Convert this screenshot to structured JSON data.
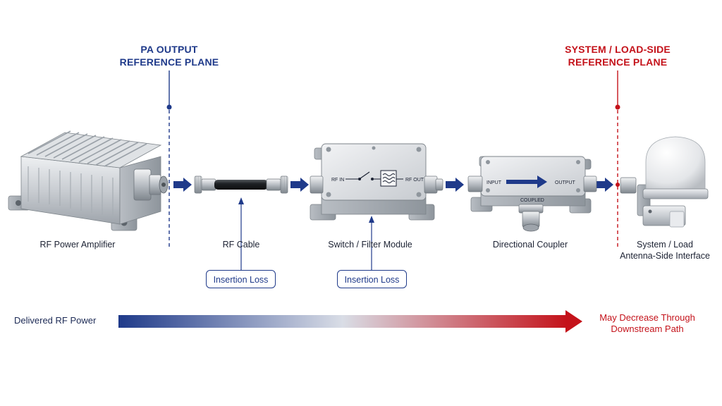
{
  "reference_planes": {
    "pa": {
      "line1": "PA OUTPUT",
      "line2": "REFERENCE PLANE",
      "color": "#1f3a8a"
    },
    "system": {
      "line1": "SYSTEM / LOAD-SIDE",
      "line2": "REFERENCE PLANE",
      "color": "#c4121a"
    }
  },
  "components": {
    "amplifier": {
      "label": "RF Power Amplifier"
    },
    "cable": {
      "label": "RF Cable",
      "loss_label": "Insertion Loss"
    },
    "switch_filter": {
      "label": "Switch / Filter Module",
      "loss_label": "Insertion Loss",
      "port_in": "RF IN",
      "port_out": "RF OUT"
    },
    "coupler": {
      "label": "Directional Coupler",
      "port_in": "INPUT",
      "port_out": "OUTPUT",
      "port_coupled": "COUPLED"
    },
    "system_load": {
      "label_line1": "System / Load",
      "label_line2": "Antenna-Side Interface"
    }
  },
  "power_bar": {
    "label": "Delivered RF Power",
    "end_label_line1": "May Decrease Through",
    "end_label_line2": "Downstream Path",
    "start_color": "#1f3a8a",
    "end_color": "#c4121a"
  },
  "icons": [
    "flow-arrow-icon",
    "switch-symbol-icon",
    "filter-symbol-icon",
    "direction-arrow-icon"
  ]
}
